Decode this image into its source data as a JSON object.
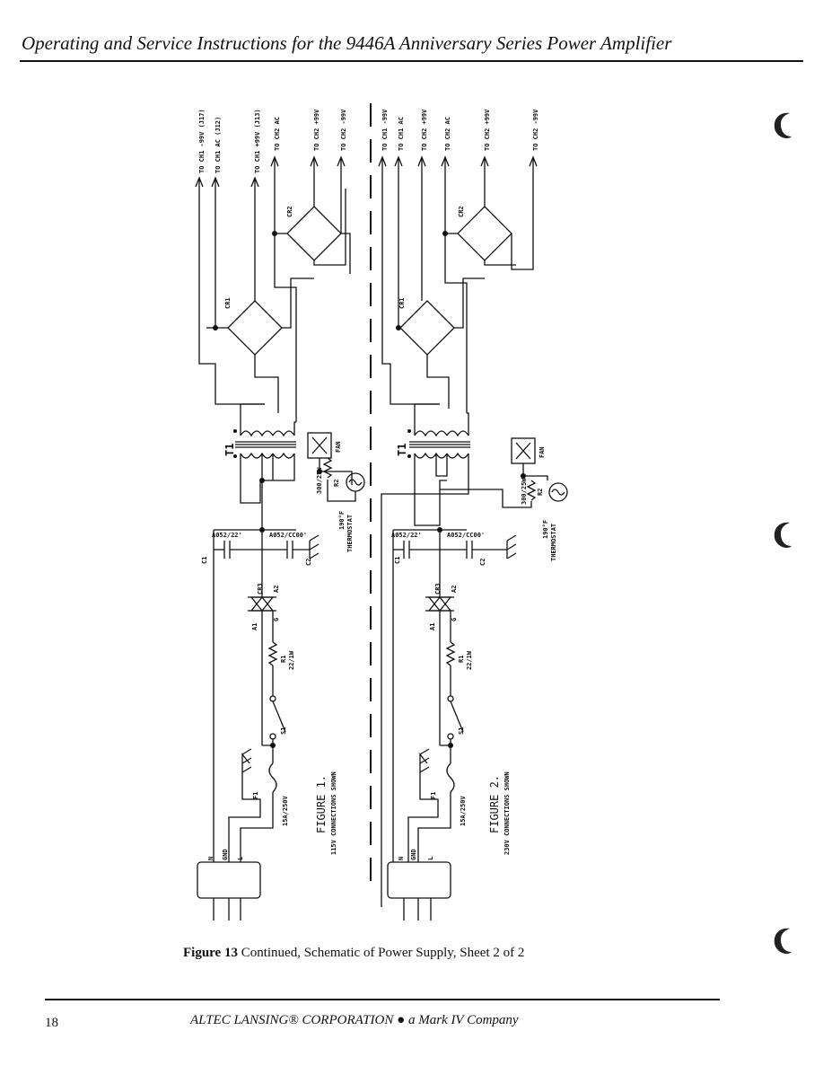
{
  "header": {
    "title": "Operating and Service Instructions for the 9446A Anniversary Series Power Amplifier"
  },
  "figure1": {
    "title": "FIGURE 1.",
    "subtitle": "115V CONNECTIONS SHOWN",
    "connectors": [
      "TO CH1 -99V (J17)",
      "TO CH1 AC (J12)",
      "TO CH1 +99V (J13)",
      "TO CH2 AC",
      "TO CH2 +99V",
      "TO CH2 -99V"
    ],
    "labels": {
      "cr1": "CR1",
      "cr2": "CR2",
      "cr3": "CR3",
      "t1": "T1",
      "fan": "FAN",
      "r2": "R2",
      "r2_val": "300/25W",
      "thermostat": "THERMOSTAT",
      "temp": "190°F",
      "c1": "C1",
      "c1_val": "A052/22'",
      "c2": "C2",
      "c2_val": "A052/CC00'",
      "a1": "A1",
      "a2": "A2",
      "g": "G",
      "r1": "R1",
      "r1_val": "22/1W",
      "s1": "S1",
      "f1": "F1",
      "f1_val": "15A/250V",
      "n": "N",
      "gnd": "GND",
      "l": "L"
    }
  },
  "figure2": {
    "title": "FIGURE 2.",
    "subtitle": "230V CONNECTIONS SHOWN",
    "connectors": [
      "TO CH1 -99V",
      "TO CH1 AC",
      "TO CH2 +99V",
      "TO CH2 AC",
      "TO CH2 +99V",
      "TO CH2 -99V"
    ],
    "labels": {
      "cr1": "CR1",
      "cr2": "CR2",
      "cr3": "CR3",
      "t1": "T1",
      "fan": "FAN",
      "r2": "R2",
      "r2_val": "300/25W",
      "thermostat": "THERMOSTAT",
      "temp": "190°F",
      "c1": "C1",
      "c1_val": "A052/22'",
      "c2": "C2",
      "c2_val": "A052/CC00'",
      "a1": "A1",
      "a2": "A2",
      "g": "G",
      "r1": "R1",
      "r1_val": "22/1W",
      "s1": "S1",
      "f1": "F1",
      "f1_val": "15A/250V",
      "n": "N",
      "gnd": "GND",
      "l": "L"
    }
  },
  "caption": {
    "label": "Figure 13",
    "text": " Continued, Schematic of Power Supply, Sheet 2 of 2"
  },
  "footer": {
    "page_number": "18",
    "company": "ALTEC LANSING® CORPORATION ● a Mark IV Company"
  }
}
